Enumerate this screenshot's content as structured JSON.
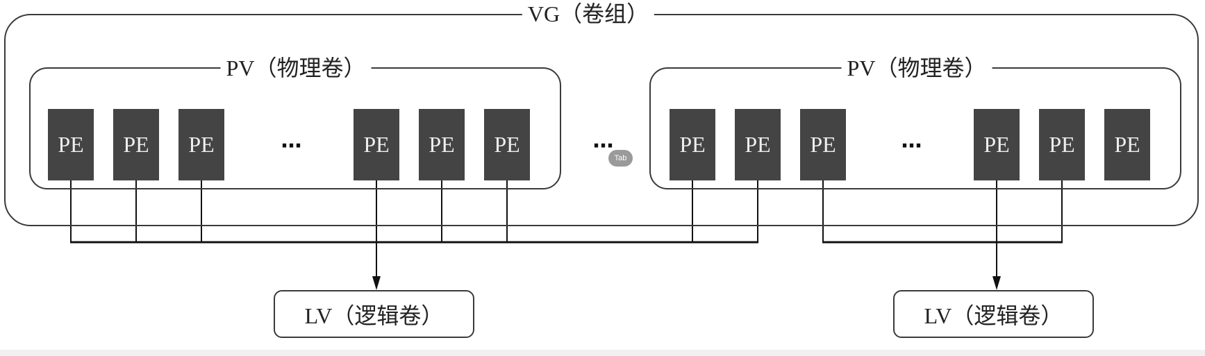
{
  "diagram": {
    "vg_label": "VG（卷组）",
    "pv_left_label": "PV（物理卷）",
    "pv_right_label": "PV（物理卷）",
    "pe_label": "PE",
    "ellipsis": "…",
    "lv_left_label": "LV（逻辑卷）",
    "lv_right_label": "LV（逻辑卷）"
  },
  "overlay": {
    "tab_badge": "Tab"
  }
}
